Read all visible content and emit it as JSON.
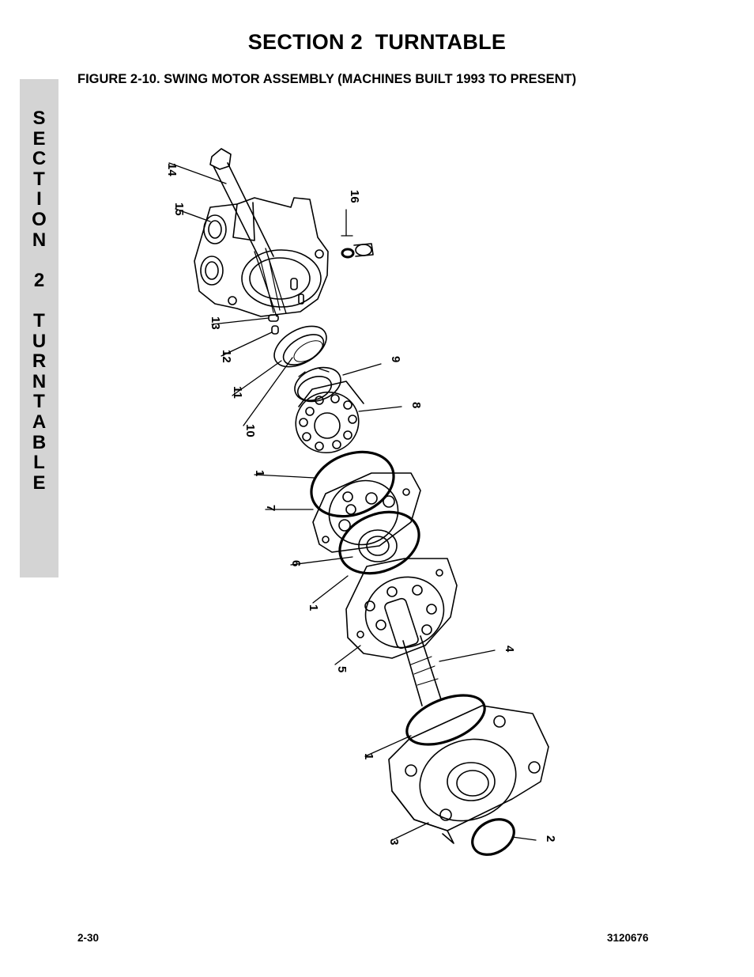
{
  "header": {
    "section_title": "SECTION 2  TURNTABLE",
    "figure_title": "FIGURE 2-10.  SWING MOTOR ASSEMBLY (MACHINES BUILT 1993 TO PRESENT)"
  },
  "side_tab": {
    "letters": [
      "S",
      "E",
      "C",
      "T",
      "I",
      "O",
      "N",
      "",
      "2",
      "",
      "T",
      "U",
      "R",
      "N",
      "T",
      "A",
      "B",
      "L",
      "E"
    ]
  },
  "callouts": [
    "14",
    "15",
    "16",
    "13",
    "12",
    "9",
    "11",
    "8",
    "10",
    "1",
    "7",
    "6",
    "1",
    "5",
    "4",
    "1",
    "3",
    "2"
  ],
  "footer": {
    "page_number": "2-30",
    "document_number": "3120676"
  }
}
